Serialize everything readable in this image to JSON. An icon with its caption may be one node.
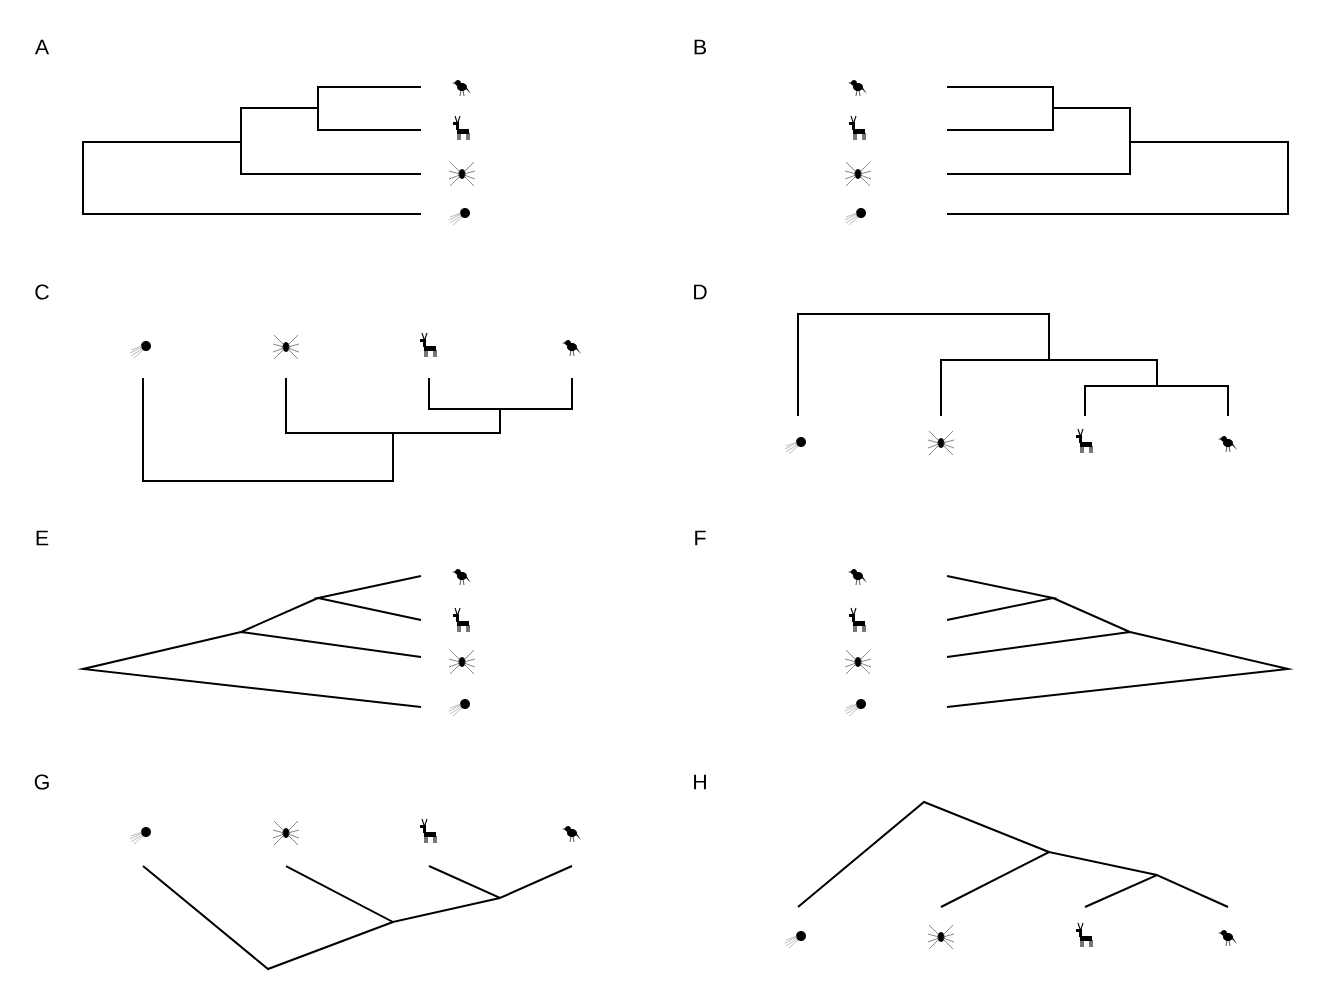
{
  "diagram": {
    "labels": [
      "A",
      "B",
      "C",
      "D",
      "E",
      "F",
      "G",
      "H"
    ]
  }
}
